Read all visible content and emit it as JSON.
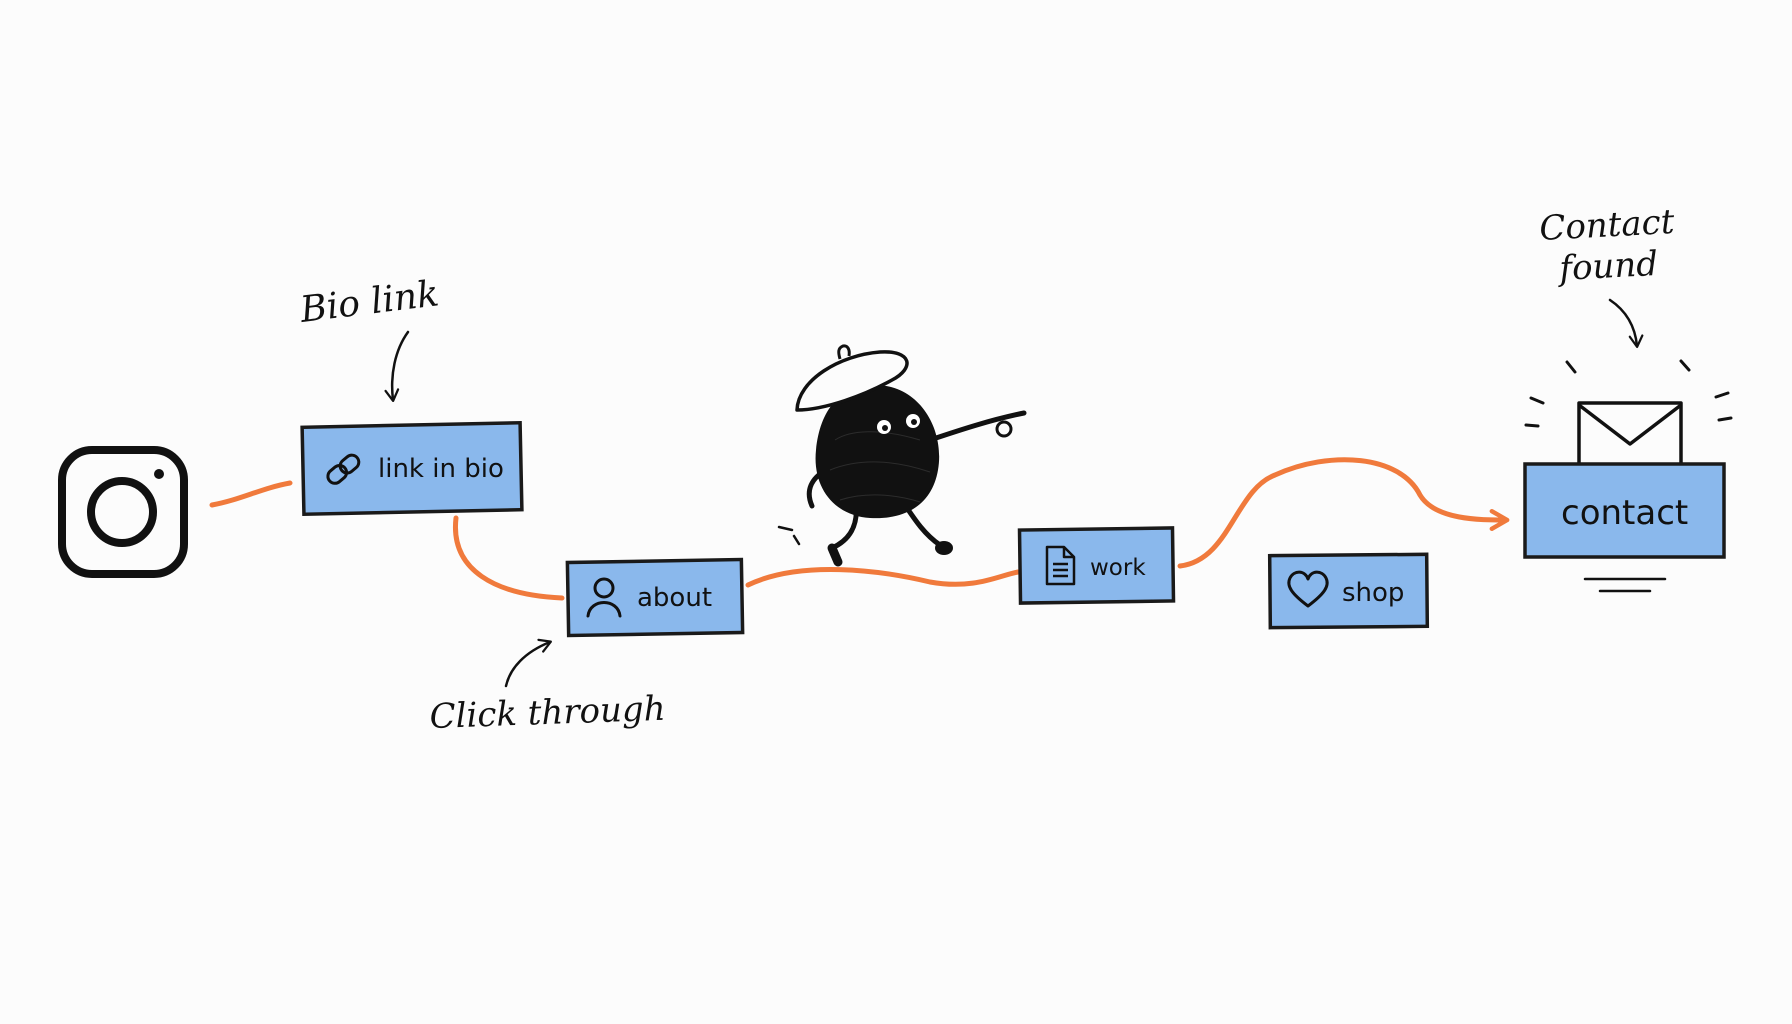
{
  "colors": {
    "background": "#fcfcfc",
    "node_fill": "#8ab8ec",
    "node_stroke": "#1a1a1a",
    "path": "#f07a3c",
    "ink": "#111111"
  },
  "nodes": {
    "link_in_bio": {
      "label": "link in bio",
      "icon": "link-icon"
    },
    "about": {
      "label": "about",
      "icon": "user-icon"
    },
    "work": {
      "label": "work",
      "icon": "document-icon"
    },
    "shop": {
      "label": "shop",
      "icon": "heart-icon"
    },
    "contact": {
      "label": "contact",
      "icon": "envelope-icon"
    }
  },
  "annotations": {
    "bio_link": "Bio link",
    "click_through": "Click through",
    "contact_found_line1": "Contact",
    "contact_found_line2": "found"
  },
  "icons": {
    "start": "instagram-icon",
    "mascot": "beret-character-icon"
  }
}
